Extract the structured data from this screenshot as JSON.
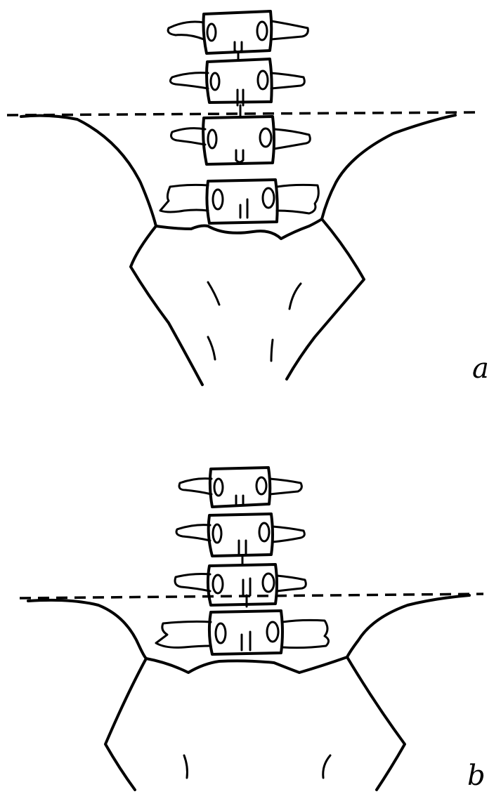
{
  "colors": {
    "ink": "#000000",
    "background": "#ffffff"
  },
  "panels": [
    {
      "id": "a",
      "label": "a",
      "vertebrae_count": 4,
      "reference_line": "dashed"
    },
    {
      "id": "b",
      "label": "b",
      "vertebrae_count": 4,
      "reference_line": "dashed"
    }
  ]
}
